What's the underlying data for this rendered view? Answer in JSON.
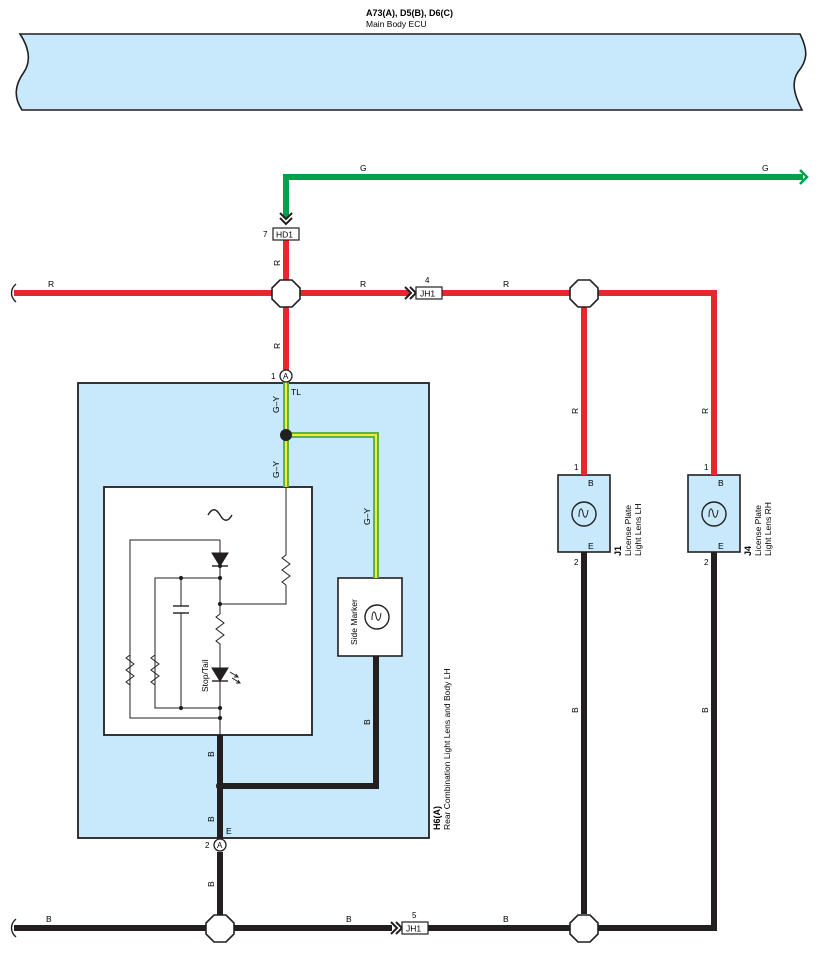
{
  "ecu": {
    "codes": "A73(A), D5(B), D6(C)",
    "name": "Main Body ECU"
  },
  "wires": {
    "g_left": "G",
    "g_right": "G",
    "r_left": "R",
    "r_mid": "R",
    "r_right": "R",
    "r_upper_vert": "R",
    "r_lower_vert": "R",
    "r_lh_vert": "R",
    "r_rh_vert": "R",
    "gy_upper": "G–Y",
    "gy_lower": "G–Y",
    "gy_marker": "G–Y",
    "b_marker": "B",
    "b_upper": "B",
    "b_lower": "B",
    "b_out": "B",
    "b_lh": "B",
    "b_rh": "B",
    "b_bottom_left": "B",
    "b_bottom_mid": "B",
    "b_bottom_right": "B"
  },
  "connectors": {
    "hd1_label": "HD1",
    "hd1_pin": "7",
    "jh1_top_label": "JH1",
    "jh1_top_pin": "4",
    "jh1_bottom_label": "JH1",
    "jh1_bottom_pin": "5",
    "h6_top_pin": "1",
    "h6_top_letter": "A",
    "h6_top_terminal": "TL",
    "h6_bottom_pin": "2",
    "h6_bottom_letter": "A",
    "h6_bottom_terminal": "E"
  },
  "rear_lamp": {
    "code": "H6(A)",
    "name": "Rear Combination Light Lens and Body LH",
    "stop_tail_label": "Stop/Tail",
    "side_marker_label": "Side Marker"
  },
  "plate_lh": {
    "code": "J1",
    "name_line1": "License Plate",
    "name_line2": "Light Lens LH",
    "pin_top": "1",
    "pin_bottom": "2",
    "term_top": "B",
    "term_bottom": "E"
  },
  "plate_rh": {
    "code": "J4",
    "name_line1": "License Plate",
    "name_line2": "Light Lens RH",
    "pin_top": "1",
    "pin_bottom": "2",
    "term_top": "B",
    "term_bottom": "E"
  },
  "colors": {
    "red": "#e8262d",
    "green": "#00a14b",
    "black": "#231f20",
    "gy_green": "#5cb347",
    "gy_yellow": "#f2ea3c",
    "fill": "#c7e9fb"
  }
}
